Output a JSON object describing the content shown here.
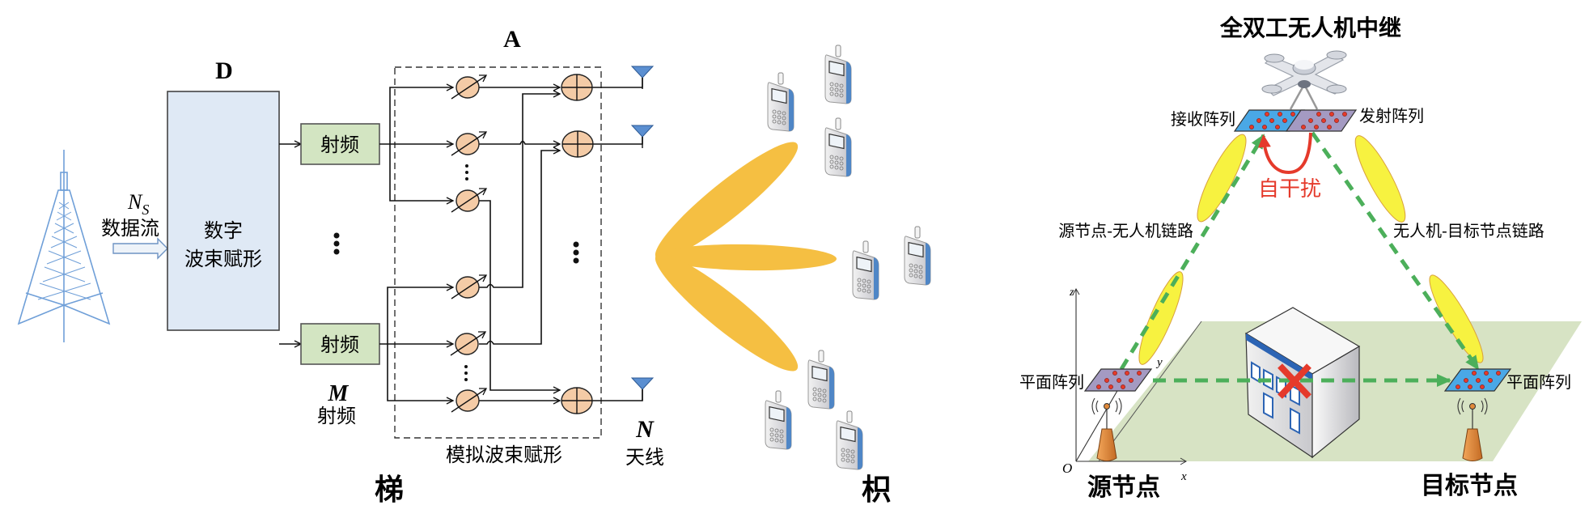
{
  "panel_hybrid": {
    "digital_label": "D",
    "analog_label": "A",
    "stream_symbol": "N",
    "stream_subscript": "S",
    "stream_label": "数据流",
    "digital_block_line1": "数字",
    "digital_block_line2": "波束赋形",
    "rf_chain_top": "射频",
    "rf_chain_bottom": "射频",
    "rf_count_symbol": "M",
    "rf_count_label": "射频",
    "analog_block_label": "模拟波束赋形",
    "antenna_count_symbol": "N",
    "antenna_count_label": "天线",
    "panel_caption": "梯",
    "icons": [
      "tower-icon",
      "phase-shifter-icon",
      "combiner-icon",
      "antenna-icon"
    ],
    "colors": {
      "digital_fill": "#dfe9f5",
      "rf_fill": "#d3e5c2",
      "shifter_fill": "#f4cba6",
      "antenna_fill": "#5b8fd1",
      "tower": "#6f9fd8"
    }
  },
  "panel_beams": {
    "panel_caption": "枳",
    "beam_count": 3,
    "user_count": 8,
    "icons": [
      "beam-lobe-icon",
      "mobile-phone-icon"
    ],
    "colors": {
      "beam": "#f5bf42"
    }
  },
  "panel_uav": {
    "title": "全双工无人机中继",
    "rx_array_label": "接收阵列",
    "tx_array_label": "发射阵列",
    "self_interference_label": "自干扰",
    "link_source_uav": "源节点-无人机链路",
    "link_uav_dest": "无人机-目标节点链路",
    "source_array_label": "平面阵列",
    "dest_array_label": "平面阵列",
    "axis_z": "z",
    "axis_y": "y",
    "axis_x": "x",
    "origin": "O",
    "source_node_label": "源节点",
    "dest_node_label": "目标节点",
    "icons": [
      "uav-icon",
      "planar-array-icon",
      "building-icon",
      "blocked-x-icon",
      "base-station-icon"
    ],
    "colors": {
      "rx_array": "#4aa8e6",
      "tx_array": "#a49ac2",
      "beam": "#f7f240",
      "link": "#4caf5a",
      "interference": "#e53a2b",
      "ground": "#d7e3c4"
    }
  }
}
